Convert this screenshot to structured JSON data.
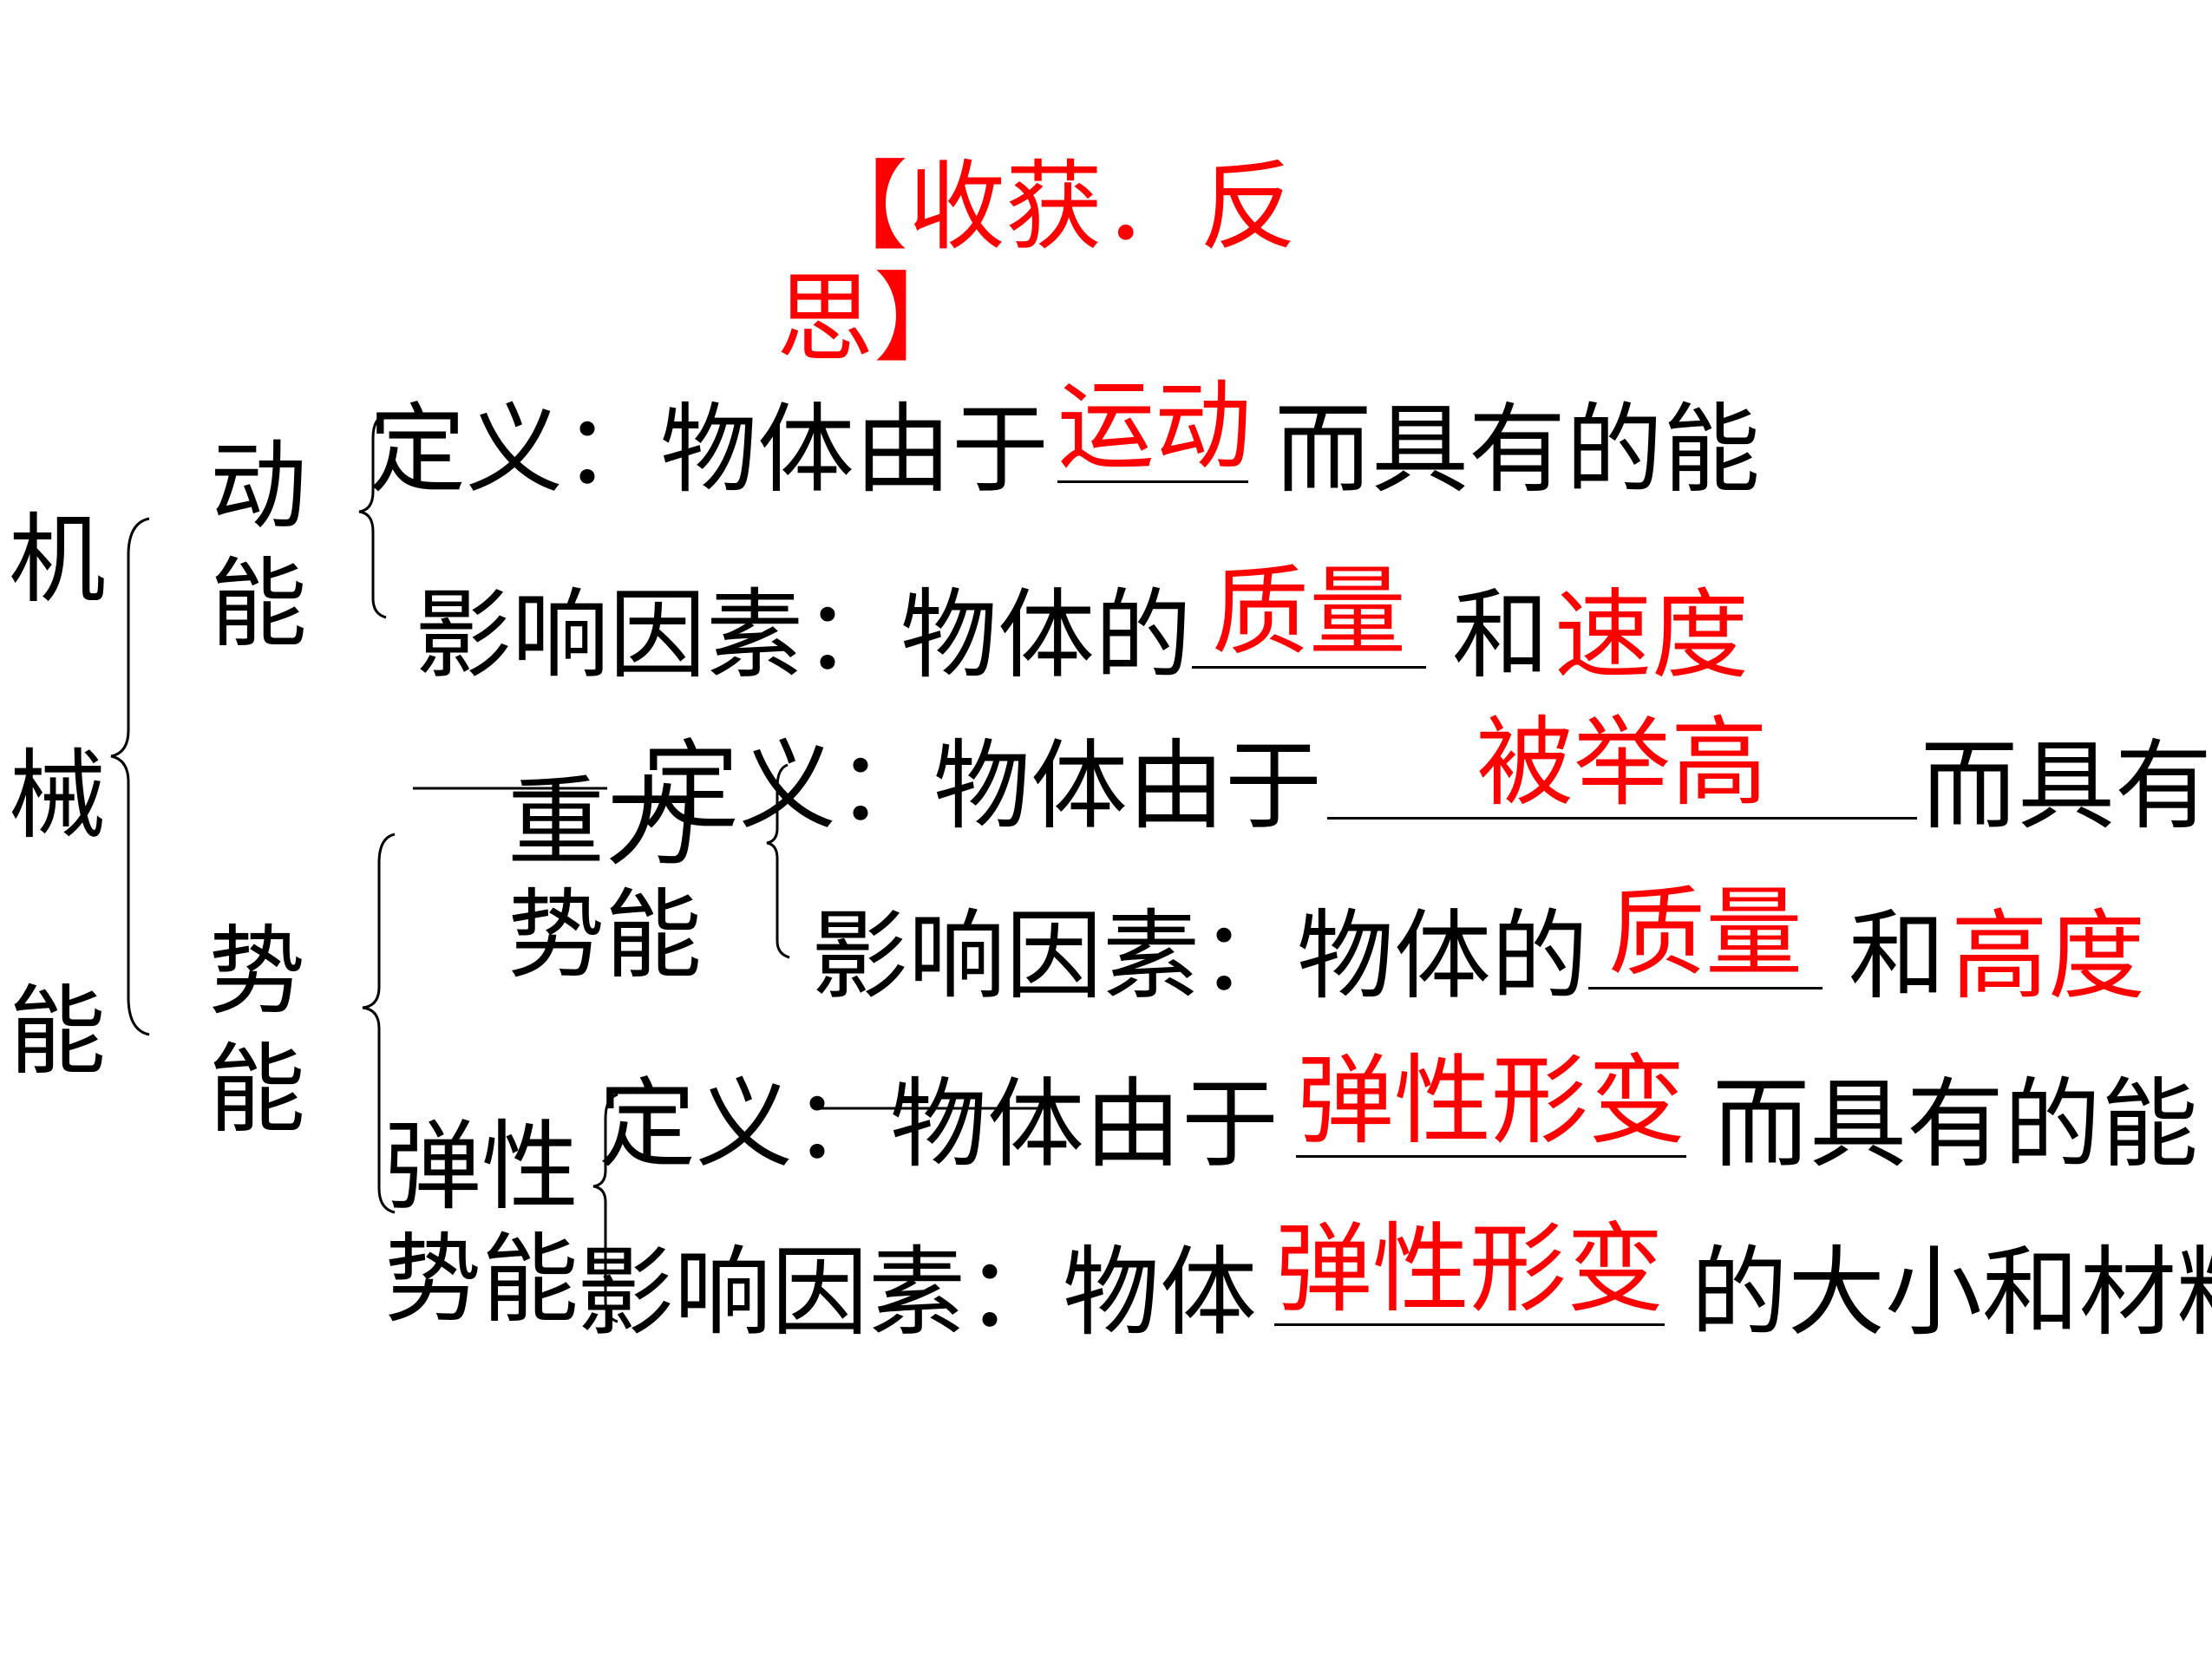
{
  "title": {
    "line1": "【收获．反",
    "line2": "思】"
  },
  "root": [
    "机",
    "械",
    "能"
  ],
  "kinetic": {
    "label": [
      "动",
      "能"
    ],
    "def": {
      "prefix": "定义：物体由于",
      "answer": "运动",
      "suffix": "而具有的能"
    },
    "factor": {
      "prefix": "影响因素：物体的",
      "answer1": "质量",
      "mid": "和",
      "answer2": "速度"
    }
  },
  "potential": {
    "label": [
      "势",
      "能"
    ],
    "gravity": {
      "label": [
        "重力",
        "势能"
      ],
      "def": {
        "prefix": "定义：物体由于",
        "answer": "被举高",
        "suffix": "而具有的"
      },
      "factor": {
        "prefix": "影响因素：物体的",
        "answer1": "质量",
        "mid": "和",
        "answer2": "高度"
      }
    },
    "elastic": {
      "label": [
        "弹性",
        "势能"
      ],
      "def": {
        "prefix": "定义：物体由于",
        "answer": "弹性形变",
        "suffix": "而具有的能"
      },
      "factor": {
        "prefix": "影响因素：物体",
        "answer": "弹性形变",
        "suffix": "的大小和材料"
      }
    }
  },
  "colors": {
    "answer": "#ff0000",
    "text": "#000000"
  }
}
